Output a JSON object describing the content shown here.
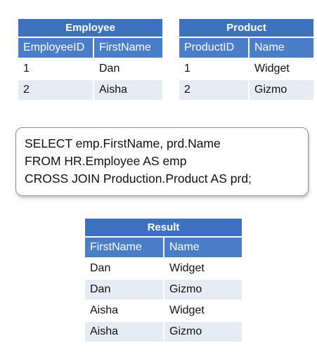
{
  "employee_table": {
    "title": "Employee",
    "columns": [
      "EmployeeID",
      "FirstName"
    ],
    "rows": [
      [
        "1",
        "Dan"
      ],
      [
        "2",
        "Aisha"
      ]
    ]
  },
  "product_table": {
    "title": "Product",
    "columns": [
      "ProductID",
      "Name"
    ],
    "rows": [
      [
        "1",
        "Widget"
      ],
      [
        "2",
        "Gizmo"
      ]
    ]
  },
  "query": {
    "lines": [
      "SELECT emp.FirstName, prd.Name",
      "FROM HR.Employee AS emp",
      "CROSS JOIN Production.Product AS prd;"
    ]
  },
  "result_table": {
    "title": "Result",
    "columns": [
      "FirstName",
      "Name"
    ],
    "rows": [
      [
        "Dan",
        "Widget"
      ],
      [
        "Dan",
        "Gizmo"
      ],
      [
        "Aisha",
        "Widget"
      ],
      [
        "Aisha",
        "Gizmo"
      ]
    ]
  },
  "colors": {
    "title_bar": "#3d72c0",
    "header_row": "#4a7ec9",
    "stripe_row": "#e7ebf3"
  }
}
